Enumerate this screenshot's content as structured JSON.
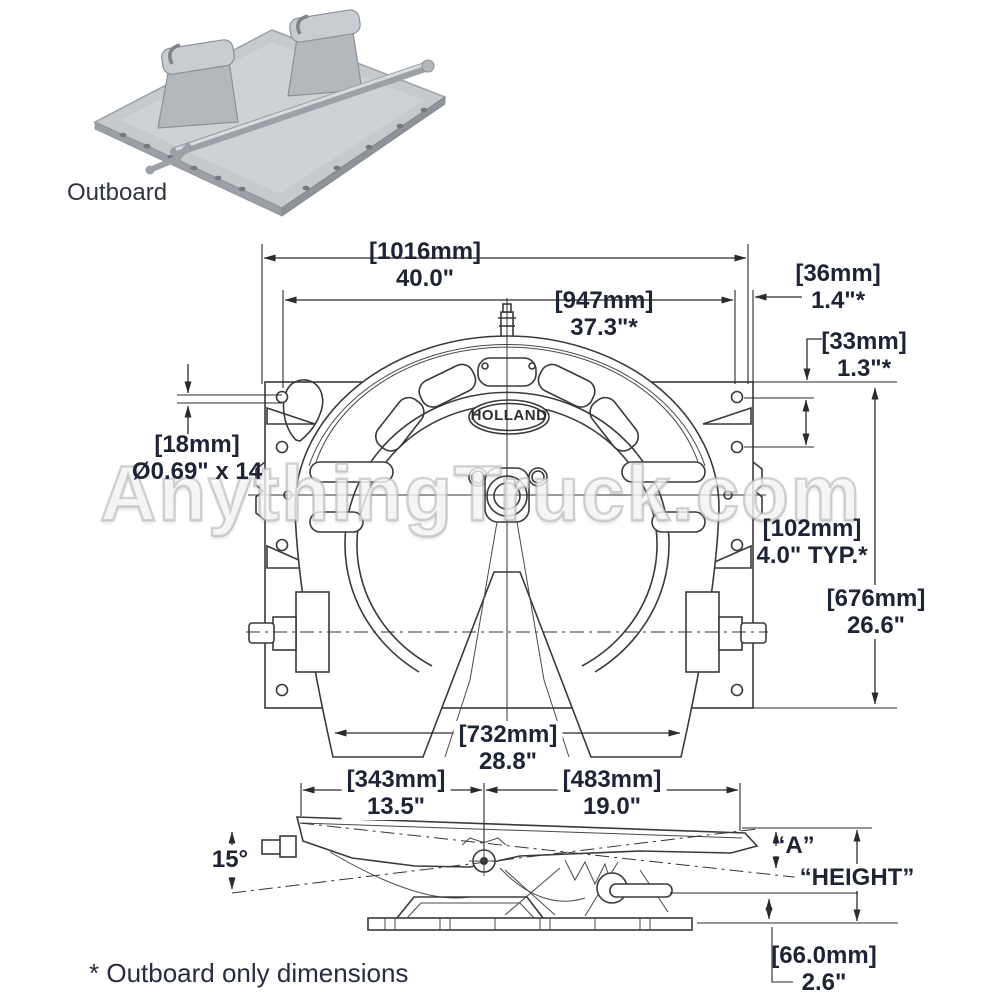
{
  "watermark": {
    "text": "AnythingTruck.com"
  },
  "inset": {
    "caption": "Outboard"
  },
  "brand": {
    "logo_text": "HOLLAND"
  },
  "footnote": {
    "text": "* Outboard only dimensions"
  },
  "dims": {
    "w1016": {
      "mm": "[1016mm]",
      "in": "40.0\""
    },
    "w947": {
      "mm": "[947mm]",
      "in": "37.3\"*"
    },
    "w36": {
      "mm": "[36mm]",
      "in": "1.4\"*"
    },
    "w33": {
      "mm": "[33mm]",
      "in": "1.3\"*"
    },
    "hole": {
      "mm": "[18mm]",
      "in": "Ø0.69\" x 14"
    },
    "spacing": {
      "mm": "[102mm]",
      "in": "4.0\" TYP.*"
    },
    "h676": {
      "mm": "[676mm]",
      "in": "26.6\""
    },
    "w732": {
      "mm": "[732mm]",
      "in": "28.8\""
    },
    "w343": {
      "mm": "[343mm]",
      "in": "13.5\""
    },
    "w483": {
      "mm": "[483mm]",
      "in": "19.0\""
    },
    "angle": {
      "value": "15°"
    },
    "dim_a": {
      "value": "“A”"
    },
    "height": {
      "value": "“HEIGHT”"
    },
    "h66": {
      "mm": "[66.0mm]",
      "in": "2.6\""
    }
  }
}
